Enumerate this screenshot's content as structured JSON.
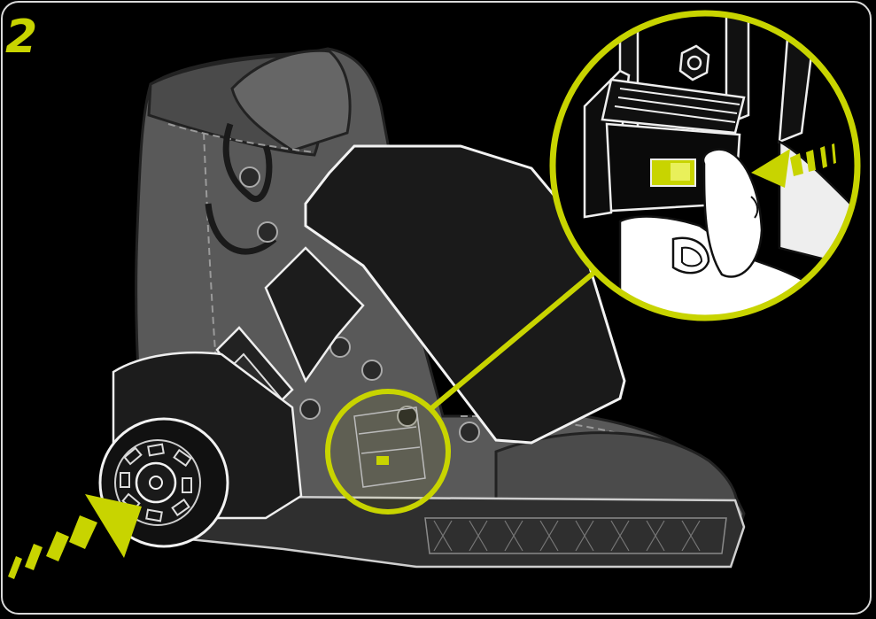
{
  "step": {
    "number": "2"
  },
  "colors": {
    "accent": "#c8d400",
    "background": "#000000",
    "frame": "#d9d9d9",
    "shoe_canvas": "#5c5c5c",
    "shoe_dark": "#3e3e3e",
    "device_body": "#1a1a1a",
    "outline": "#f2f2f2",
    "skin": "#ffffff"
  },
  "icons": {
    "shoe": "sneaker-illustration",
    "device": "heel-wheel-attachment",
    "pad": "strap-pad",
    "zoom": "detail-magnifier-circle",
    "wheel_arrow": "push-arrow-icon",
    "detail_arrow": "press-arrow-icon",
    "hand": "hand-pressing-button"
  }
}
